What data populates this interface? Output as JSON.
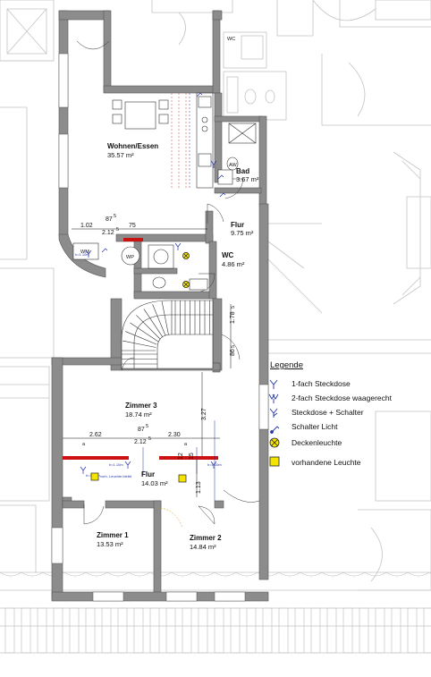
{
  "rooms": [
    {
      "id": "wohnen",
      "name": "Wohnen/Essen",
      "area": "35.57 m²"
    },
    {
      "id": "bad",
      "name": "Bad",
      "area": "3.67 m²"
    },
    {
      "id": "flur-top",
      "name": "Flur",
      "area": "9.75 m²"
    },
    {
      "id": "wc",
      "name": "WC",
      "area": "4.86 m²"
    },
    {
      "id": "zimmer3",
      "name": "Zimmer 3",
      "area": "18.74 m²"
    },
    {
      "id": "flur-bottom",
      "name": "Flur",
      "area": "14.03 m²"
    },
    {
      "id": "zimmer1",
      "name": "Zimmer 1",
      "area": "13.53 m²"
    },
    {
      "id": "zimmer2",
      "name": "Zimmer 2",
      "area": "14.84 m²"
    }
  ],
  "dimensions": {
    "d1_02": "1.02",
    "d87_top": "87",
    "d87_top_sup": "5",
    "d75": "75",
    "d2_12_top": "2.12",
    "d2_12_top_sup": "5",
    "d1_78": "1.78",
    "d1_78_sup": "5",
    "d86": "86",
    "d86_sup": "5",
    "d2_62": "2.62",
    "d87_bottom": "87",
    "d87_bottom_sup": "5",
    "d2_30": "2.30",
    "d2_12_bottom": "2.12",
    "d2_12_bottom_sup": "5",
    "d3_27": "3.27",
    "d1_13": "1.13",
    "d12": "12",
    "d15": "15"
  },
  "fixture_labels": {
    "wm": "WM",
    "wp": "WP",
    "aw": "AW",
    "wc_top": "WC",
    "letter_a_left": "a",
    "letter_a_right": "a",
    "height_label_1": "h=1.10m",
    "height_label_2": "h=1.10m",
    "height_label_3": "h=1.10m",
    "height_label_4": "h=1.10m",
    "existing_lamp_note": "vorh. Leuchte bleibt"
  },
  "legend": {
    "title": "Legende",
    "items": [
      {
        "symbol": "single-socket",
        "label": "1-fach Steckdose"
      },
      {
        "symbol": "double-socket",
        "label": "2-fach Steckdose waagerecht"
      },
      {
        "symbol": "socket-switch",
        "label": "Steckdose + Schalter"
      },
      {
        "symbol": "light-switch",
        "label": "Schalter Licht"
      },
      {
        "symbol": "ceiling-light",
        "label": "Deckenleuchte"
      },
      {
        "symbol": "existing-light",
        "label": "vorhandene Leuchte"
      }
    ]
  },
  "colors": {
    "wall": "#8c8c8c",
    "wall_dark": "#555555",
    "ghost": "#c4c4c4",
    "electric_blue": "#2233aa",
    "red_bar": "#cc1111",
    "yellow": "#f4e400",
    "electric_red": "#d03030"
  }
}
